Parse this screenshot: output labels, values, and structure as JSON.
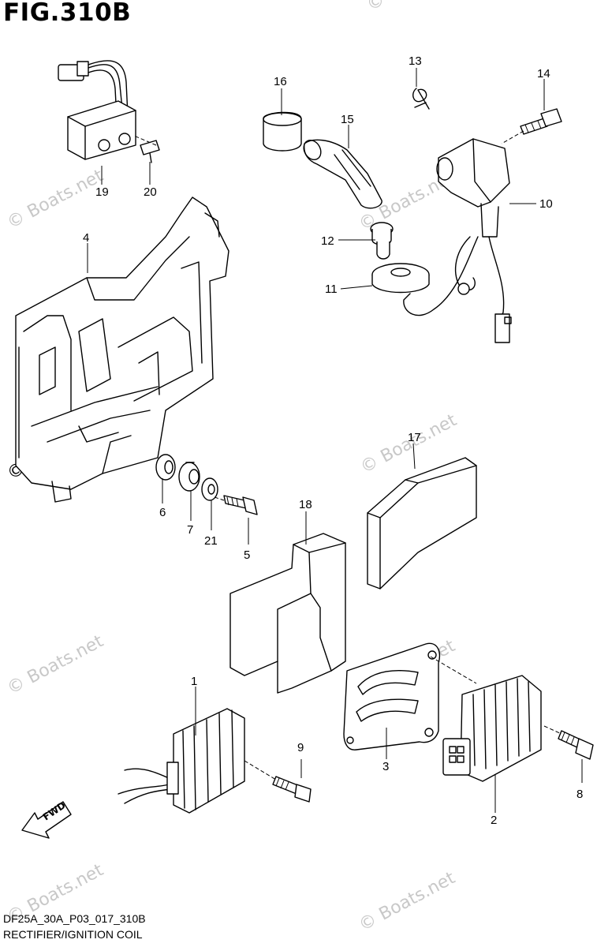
{
  "figure": {
    "title": "FIG.310B",
    "code": "DF25A_30A_P03_017_310B",
    "caption": "RECTIFIER/IGNITION COIL"
  },
  "watermark": "© Boats.net",
  "fwd_arrow_label": "FWD",
  "callouts": [
    "1",
    "2",
    "3",
    "4",
    "5",
    "6",
    "7",
    "8",
    "9",
    "10",
    "11",
    "12",
    "13",
    "14",
    "15",
    "16",
    "17",
    "18",
    "19",
    "20",
    "21"
  ]
}
